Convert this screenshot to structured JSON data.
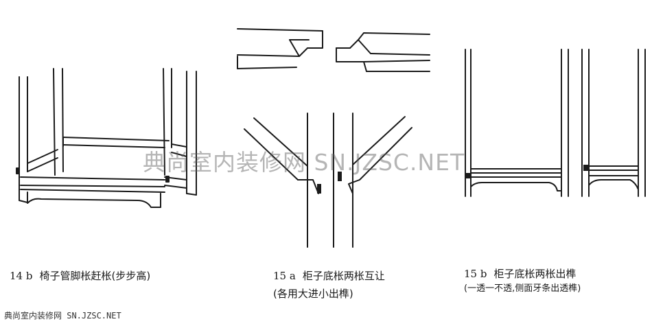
{
  "figures": [
    {
      "id": "14b",
      "number": "14 b",
      "title": "椅子管脚枨赶枨(步步高)",
      "subtitle": ""
    },
    {
      "id": "15a",
      "number": "15 a",
      "title": "柜子底枨两枨互让",
      "subtitle": "(各用大进小出榫)"
    },
    {
      "id": "15b",
      "number": "15 b",
      "title": "柜子底枨两枨出榫",
      "subtitle": "(一透一不透,侧面牙条出透榫)"
    }
  ],
  "watermark": "典尚室内装修网 SN.JZSC.NET",
  "footer": "典尚室内装修网 SN.JZSC.NET",
  "colors": {
    "ink": "#1a1a1a",
    "watermark": "#5a5a5a",
    "background": "#ffffff"
  }
}
